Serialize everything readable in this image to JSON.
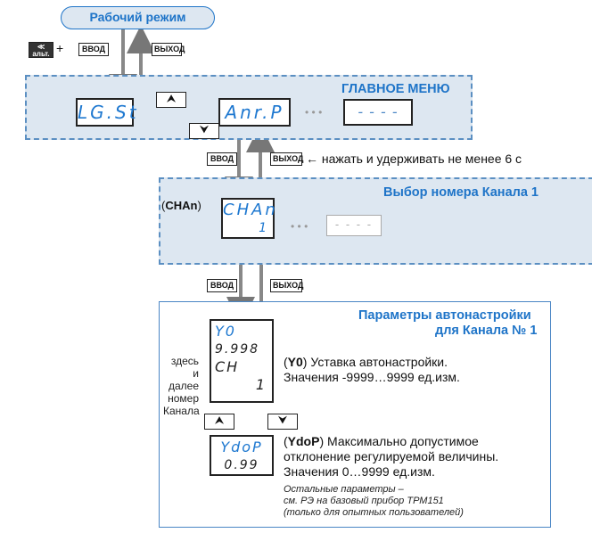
{
  "work_mode": {
    "label": "Рабочий режим"
  },
  "keys": {
    "alt_label": "альт.",
    "enter": "ВВОД",
    "exit": "ВЫХОД"
  },
  "main_menu": {
    "title": "ГЛАВНОЕ МЕНЮ",
    "display_1": "LG.St",
    "display_2": "Anr.P",
    "display_3": "- - - -",
    "ellipsis": "• • •"
  },
  "hold_hint": "← нажать и удерживать не менее 6 с",
  "channel_select": {
    "title": "Выбор номера Канала 1",
    "param_code": "CHAn",
    "display_top": "CHAn",
    "display_bottom": "1",
    "display_gray": "- - - -",
    "ellipsis": "• • •"
  },
  "autotune": {
    "title_line1": "Параметры автонастройки",
    "title_line2": "для Канала № 1",
    "disp1_top": "Y0",
    "disp1_bottom": "9.998",
    "disp1_ch": "CH",
    "disp1_ch_num": "1",
    "side_note": [
      "здесь",
      "и далее",
      "номер",
      "Канала"
    ],
    "disp2_top": "YdoP",
    "disp2_bottom": "0.99",
    "y0_code": "Y0",
    "y0_desc1": " Уставка автонастройки.",
    "y0_desc2": "Значения -9999…9999 ед.изм.",
    "ydop_code": "YdoP",
    "ydop_desc1": " Максимально допустимое",
    "ydop_desc2": "отклонение регулируемой величины.",
    "ydop_desc3": "Значения 0…9999 ед.изм.",
    "footnote": [
      "Остальные параметры –",
      "см. РЭ на базовый прибор ТРМ151",
      "(только для опытных пользователей)"
    ]
  },
  "colors": {
    "accent": "#1e74c8",
    "panel_bg": "#dde7f1",
    "display_text": "#1e78d0"
  }
}
